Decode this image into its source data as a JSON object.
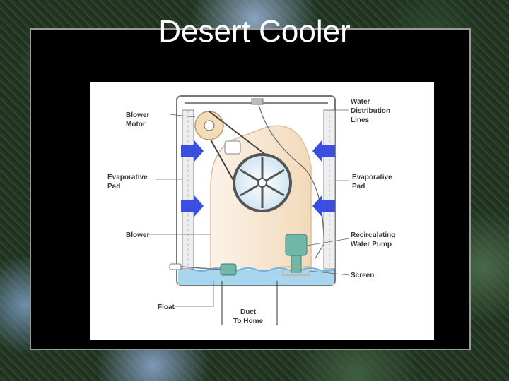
{
  "slide": {
    "title": "Desert Cooler"
  },
  "diagram": {
    "labels": {
      "blower_motor_1": "Blower",
      "blower_motor_2": "Motor",
      "evap_pad_left_1": "Evaporative",
      "evap_pad_left_2": "Pad",
      "blower": "Blower",
      "float": "Float",
      "duct_1": "Duct",
      "duct_2": "To Home",
      "water_dist_1": "Water",
      "water_dist_2": "Distribution",
      "water_dist_3": "Lines",
      "evap_pad_right_1": "Evaporative",
      "evap_pad_right_2": "Pad",
      "pump_1": "Recirculating",
      "pump_2": "Water Pump",
      "screen": "Screen"
    },
    "colors": {
      "housing_fill": "#f7e3c8",
      "water": "#a9d6ef",
      "arrow": "#3a4fe0",
      "pump": "#6fb7a8",
      "line": "#555555"
    }
  }
}
